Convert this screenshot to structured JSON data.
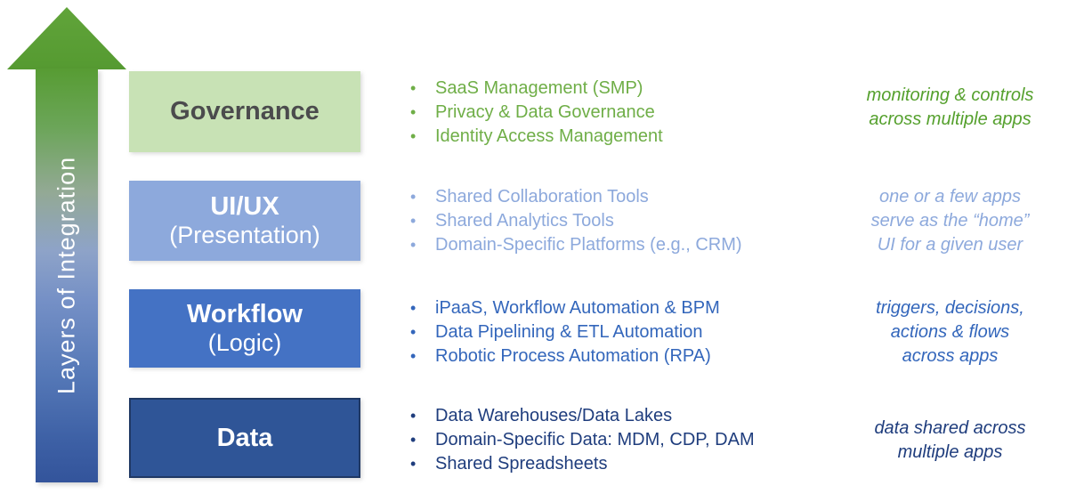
{
  "arrow": {
    "label": "Layers of Integration",
    "head_color": "#5a9e35",
    "shaft_gradient_top": "#579c33",
    "shaft_gradient_bottom": "#33549b",
    "label_color": "#ffffff"
  },
  "bullet_char": "•",
  "layers": [
    {
      "id": "governance",
      "title": "Governance",
      "subtitle": "",
      "box_bg": "#c8e2b5",
      "title_color": "#4b4b4d",
      "list_color": "#6fae47",
      "note_color": "#55a02d",
      "items": [
        "SaaS Management (SMP)",
        "Privacy & Data Governance",
        "Identity Access Management"
      ],
      "note_lines": [
        "monitoring & controls",
        "across multiple apps",
        ""
      ]
    },
    {
      "id": "uiux",
      "title": "UI/UX",
      "subtitle": "(Presentation)",
      "box_bg": "#8da9dc",
      "title_color": "#ffffff",
      "list_color": "#8da9dc",
      "note_color": "#8da9dc",
      "items": [
        "Shared Collaboration Tools",
        "Shared Analytics Tools",
        "Domain-Specific Platforms (e.g., CRM)"
      ],
      "note_lines": [
        "one or a few apps",
        "serve as the “home”",
        "UI for a given user"
      ]
    },
    {
      "id": "workflow",
      "title": "Workflow",
      "subtitle": "(Logic)",
      "box_bg": "#4472c4",
      "title_color": "#ffffff",
      "list_color": "#3366bb",
      "note_color": "#3366bb",
      "items": [
        "iPaaS, Workflow Automation & BPM",
        "Data Pipelining & ETL Automation",
        "Robotic Process Automation (RPA)"
      ],
      "note_lines": [
        "triggers, decisions,",
        "actions & flows",
        "across apps"
      ]
    },
    {
      "id": "data",
      "title": "Data",
      "subtitle": "",
      "box_bg": "#2f5597",
      "box_border": "#1f3864",
      "title_color": "#ffffff",
      "list_color": "#1f3d7d",
      "note_color": "#1f3d7d",
      "items": [
        "Data Warehouses/Data Lakes",
        "Domain-Specific Data: MDM, CDP, DAM",
        "Shared Spreadsheets"
      ],
      "note_lines": [
        "data shared across",
        "multiple apps",
        ""
      ]
    }
  ]
}
